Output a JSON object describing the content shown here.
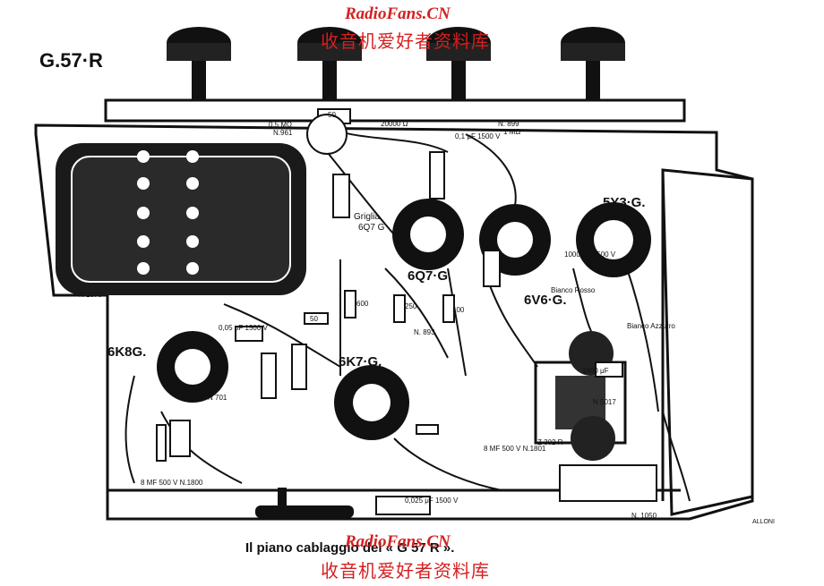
{
  "model_label": "G.57·R",
  "caption": "Il piano cablaggio del « G 57 R ».",
  "credit": "ALLONI",
  "watermark": {
    "site": "RadioFans.CN",
    "chinese": "收音机爱好者资料库"
  },
  "tubes": {
    "t5y3": "5Y3·G.",
    "t6v6": "6V6·G.",
    "t6q7": "6Q7·G.",
    "t6k7": "6K7·G.",
    "t6k8": "6K8G.",
    "griglia": "Griglia",
    "t6q7_sub": "6Q7 G"
  },
  "components": {
    "pot": "0,5 MΩ",
    "pot_n": "N.961",
    "r20000": "20000 Ω",
    "r50_top": "50",
    "n899": "N. 899",
    "n899_val": "1 MΩ",
    "c01": "0,1 μF 1500 V",
    "n1070": "N 1070",
    "r50_mid": "50",
    "r600": "600",
    "r250": "250",
    "r100": "100",
    "n893": "N. 893",
    "n701": "N 701",
    "n5017": "N 5017",
    "n1050": "N. 1050",
    "z302r": "Z 302 R",
    "c005": "0,05 μF 1500 V",
    "c0025": "0,025 μF 1500 V",
    "c8mf": "8 MF 500 V N.1800",
    "c8mf_b": "8 MF 500 V N.1801",
    "c1000": "1000 μF 1500 V",
    "c1600": "1600 μF",
    "bianco": "Bianco Rosso",
    "bianco2": "Bianco Azzurro"
  }
}
